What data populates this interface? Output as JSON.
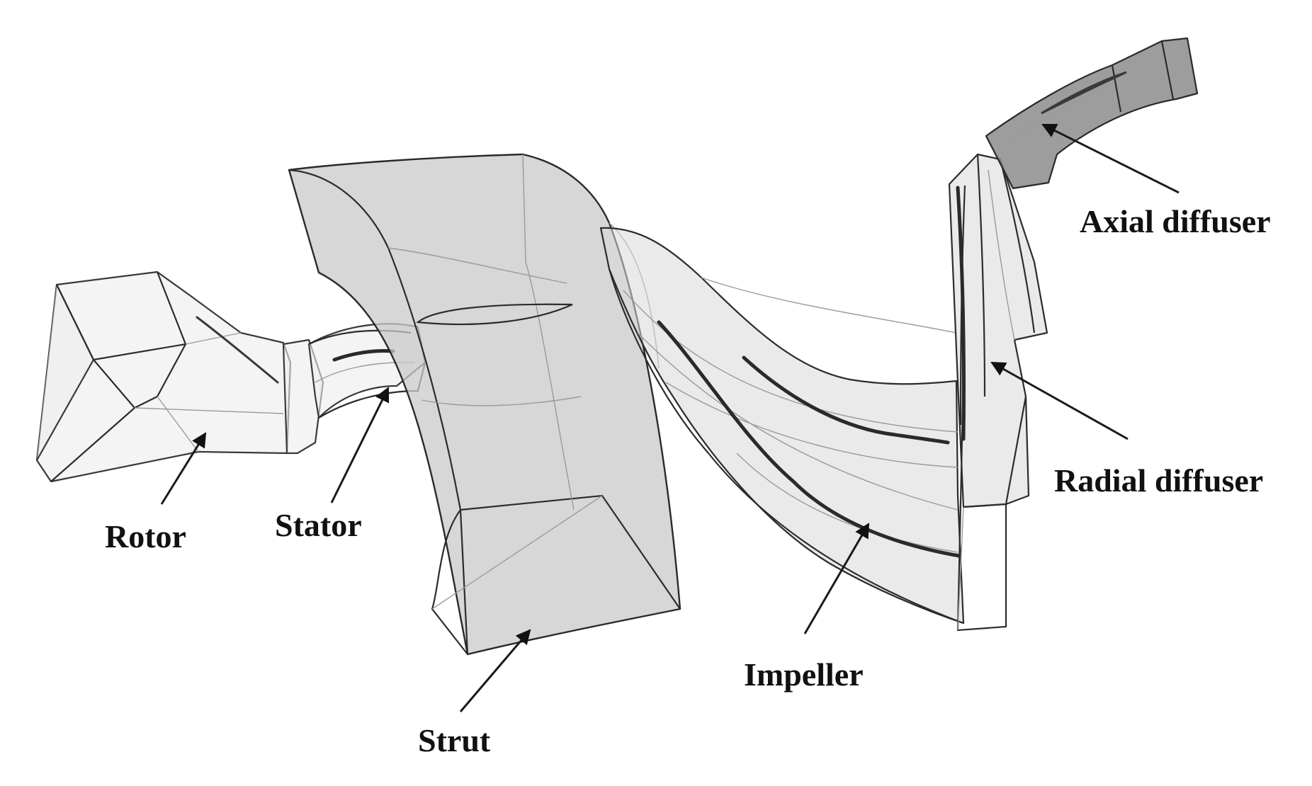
{
  "labels": {
    "rotor": "Rotor",
    "stator": "Stator",
    "strut": "Strut",
    "impeller": "Impeller",
    "radial_diffuser": "Radial diffuser",
    "axial_diffuser": "Axial diffuser"
  },
  "colors": {
    "background": "#ffffff",
    "passage_fill": "#d9d9d9",
    "axial_diffuser_fill": "#8c8c8c",
    "outline": "#2c2c2c",
    "label_text": "#111111"
  }
}
